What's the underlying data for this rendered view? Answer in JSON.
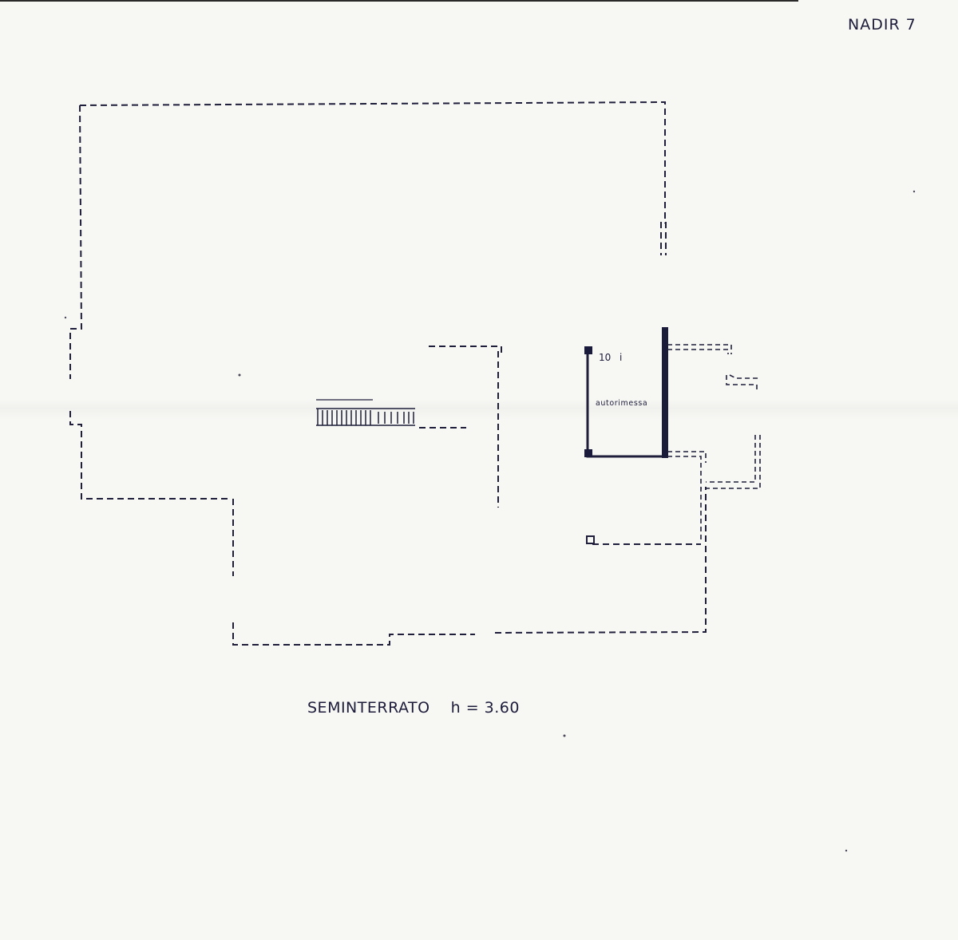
{
  "sheet": {
    "label": "NADIR 7"
  },
  "plan": {
    "floor_name": "SEMINTERRATO",
    "height": "h = 3.60",
    "rooms": [
      {
        "number": "10",
        "mark": "i",
        "name": "autorimessa"
      }
    ]
  },
  "colors": {
    "paper": "#f7f7f4",
    "ink": "#1f1f3b"
  }
}
